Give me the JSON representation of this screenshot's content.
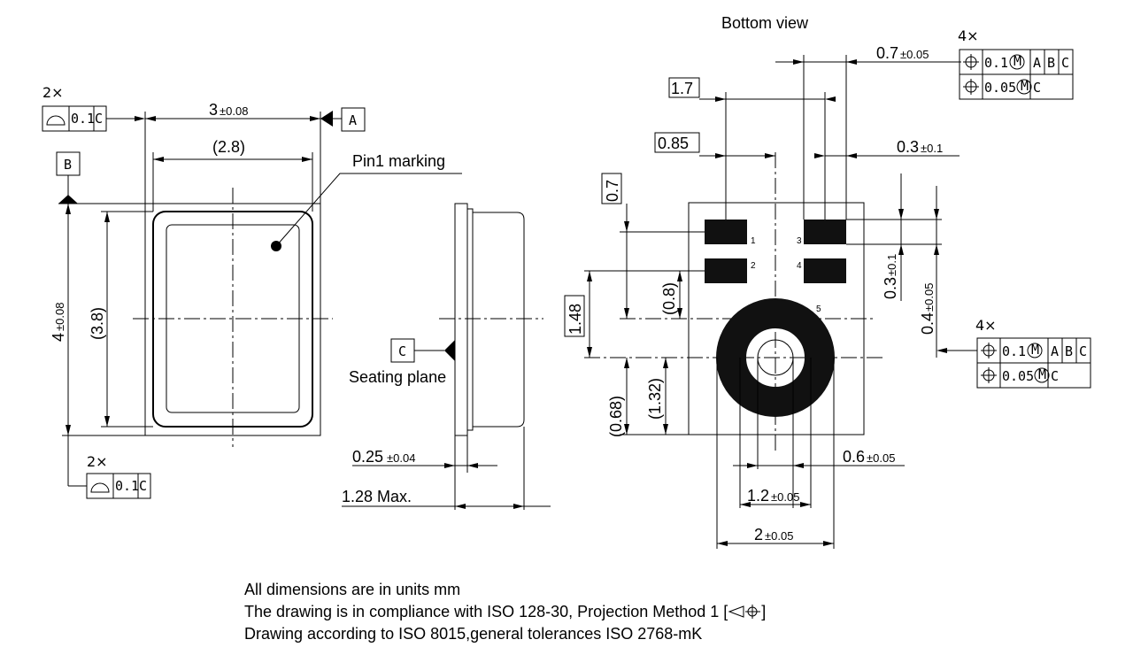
{
  "bottom_view_title": "Bottom view",
  "pin1_label": "Pin1 marking",
  "seating_plane_label": "Seating plane",
  "datums": {
    "a": "A",
    "b": "B",
    "c": "C"
  },
  "multipliers": {
    "two": "2×",
    "four": "4×"
  },
  "top_view": {
    "width_main": "3",
    "width_tol": "±0.08",
    "width_ref": "(2.8)",
    "height_main": "4",
    "height_tol": "±0.08",
    "height_ref": "(3.8)",
    "profile_tol": "0.1",
    "profile_datum": "C"
  },
  "side_view": {
    "thickness_main": "0.25",
    "thickness_tol": "±0.04",
    "max_height": "1.28 Max."
  },
  "bottom_view": {
    "dim_1_7": "1.7",
    "dim_0_85": "0.85",
    "dim_0_7_top_main": "0.7",
    "dim_0_7_top_tol": "±0.05",
    "dim_0_3_main": "0.3",
    "dim_0_3_tol": "±0.1",
    "dim_0_7_left": "0.7",
    "dim_0_3_right_main": "0.3",
    "dim_0_3_right_tol": "±0.1",
    "dim_0_4_main": "0.4",
    "dim_0_4_tol": "±0.05",
    "dim_1_48": "1.48",
    "dim_0_8": "(0.8)",
    "dim_0_68": "(0.68)",
    "dim_1_32": "(1.32)",
    "dim_0_6_main": "0.6",
    "dim_0_6_tol": "±0.05",
    "dim_1_2_main": "1.2",
    "dim_1_2_tol": "±0.05",
    "dim_2_main": "2",
    "dim_2_tol": "±0.05",
    "pin_numbers": [
      "1",
      "2",
      "3",
      "4",
      "5"
    ],
    "fcf_position": {
      "tol1": "0.1",
      "datums1": [
        "A",
        "B",
        "C"
      ],
      "tol2": "0.05",
      "datums2": [
        "C"
      ]
    }
  },
  "notes": [
    "All dimensions are in units mm",
    "The drawing is in compliance with ISO 128-30, Projection Method 1 [",
    "]",
    "Drawing according to ISO 8015,general tolerances ISO 2768-mK"
  ]
}
